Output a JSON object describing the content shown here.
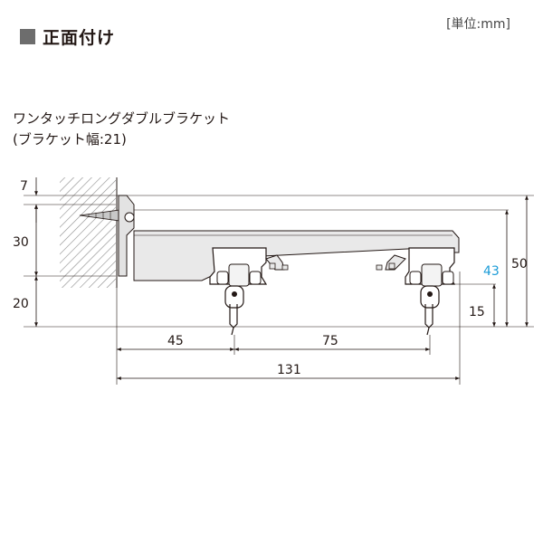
{
  "header": {
    "title": "正面付け",
    "unit": "[単位:mm]"
  },
  "product": {
    "name": "ワンタッチロングダブルブラケット",
    "width_note": "(ブラケット幅:21)"
  },
  "dimensions": {
    "d7": "7",
    "d30": "30",
    "d20": "20",
    "d45": "45",
    "d75": "75",
    "d131": "131",
    "d43": "43",
    "d15": "15",
    "d50": "50"
  },
  "colors": {
    "highlight": "#1a9bd7",
    "bracket_fill": "#e9e9e9",
    "line": "#231815"
  }
}
